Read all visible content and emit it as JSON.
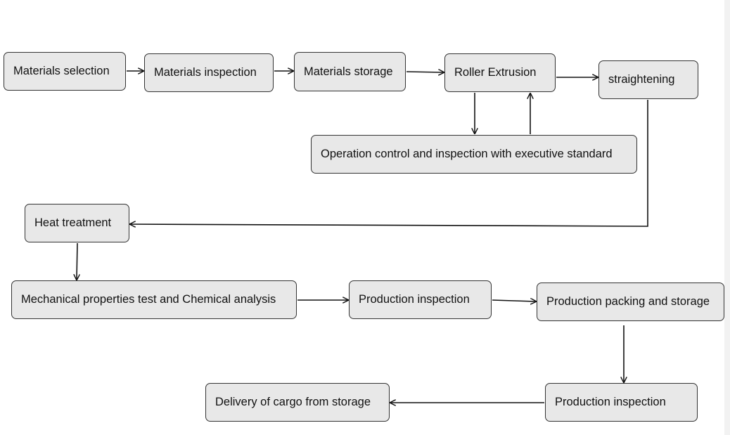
{
  "nodes": {
    "materials_selection": "Materials selection",
    "materials_inspection": "Materials inspection",
    "materials_storage": "Materials storage",
    "roller_extrusion": "Roller Extrusion",
    "straightening": "straightening",
    "operation_control": "Operation control and inspection with executive standard",
    "heat_treatment": "Heat treatment",
    "mechanical_test": "Mechanical properties test and Chemical analysis",
    "production_inspection_1": "Production inspection",
    "production_packing": "Production packing and storage",
    "production_inspection_2": "Production inspection",
    "delivery": "Delivery of cargo from storage"
  },
  "edges": [
    {
      "from": "materials_selection",
      "to": "materials_inspection"
    },
    {
      "from": "materials_inspection",
      "to": "materials_storage"
    },
    {
      "from": "materials_storage",
      "to": "roller_extrusion"
    },
    {
      "from": "roller_extrusion",
      "to": "straightening"
    },
    {
      "from": "roller_extrusion",
      "to": "operation_control"
    },
    {
      "from": "operation_control",
      "to": "roller_extrusion"
    },
    {
      "from": "straightening",
      "to": "heat_treatment"
    },
    {
      "from": "heat_treatment",
      "to": "mechanical_test"
    },
    {
      "from": "mechanical_test",
      "to": "production_inspection_1"
    },
    {
      "from": "production_inspection_1",
      "to": "production_packing"
    },
    {
      "from": "production_packing",
      "to": "production_inspection_2"
    },
    {
      "from": "production_inspection_2",
      "to": "delivery"
    }
  ],
  "colors": {
    "node_fill": "#e8e8e8",
    "node_border": "#333333",
    "edge": "#111111"
  }
}
